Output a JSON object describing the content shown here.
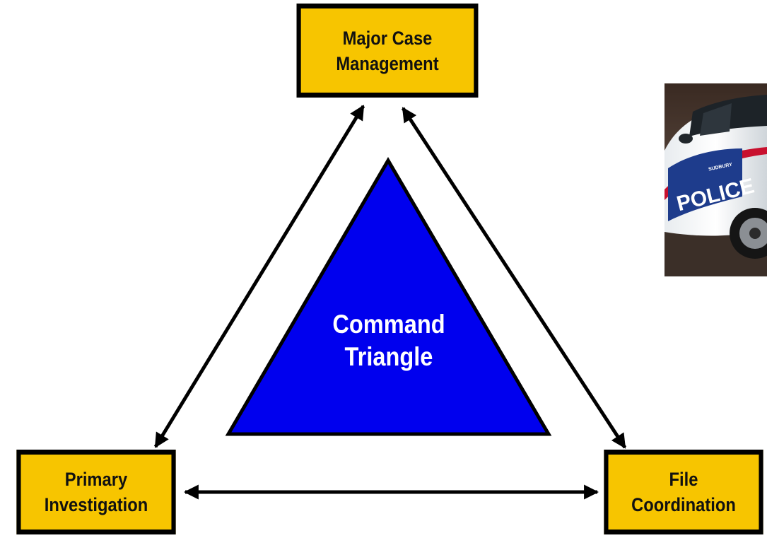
{
  "boxes": {
    "top": {
      "line1": "Major Case",
      "line2": "Management"
    },
    "left": {
      "line1": "Primary",
      "line2": "Investigation"
    },
    "right": {
      "line1": "File",
      "line2": "Coordination"
    }
  },
  "center": {
    "line1": "Command",
    "line2": "Triangle"
  },
  "photo": {
    "car_lettering": "POLICE",
    "small_lettering": "SUDBURY"
  },
  "colors": {
    "box_fill": "#F7C500",
    "triangle_fill": "#0000EE",
    "stroke": "#000000"
  }
}
